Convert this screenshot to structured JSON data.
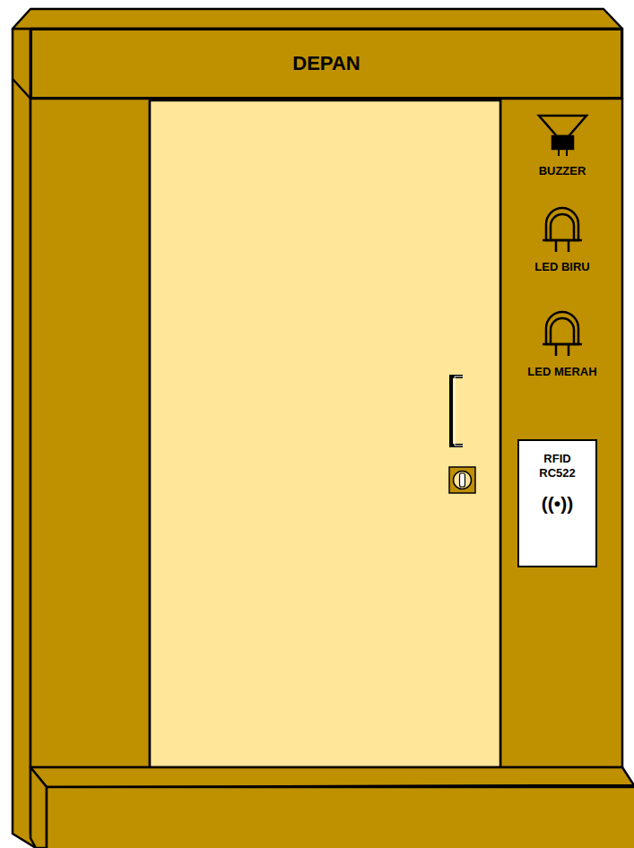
{
  "diagram": {
    "nodes": [
      {
        "text": [
          "DEPAN"
        ]
      },
      {
        "text": [
          "RFID RC522",
          "((•))"
        ]
      }
    ],
    "labels": [
      "BUZZER",
      "LED BIRU",
      "LED MERAH"
    ]
  }
}
